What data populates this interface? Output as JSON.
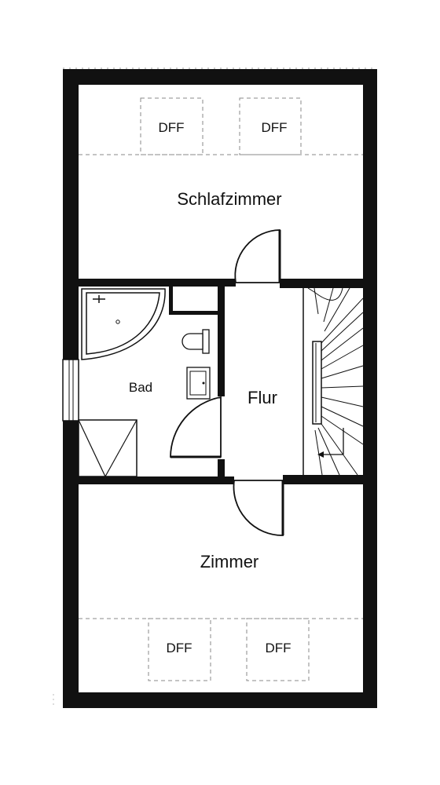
{
  "rooms": {
    "schlafzimmer": "Schlafzimmer",
    "bad": "Bad",
    "flur": "Flur",
    "zimmer": "Zimmer"
  },
  "skylights": {
    "top_left": "DFF",
    "top_right": "DFF",
    "bottom_left": "DFF",
    "bottom_right": "DFF"
  },
  "colors": {
    "wall": "#111111",
    "dashed_line": "#888888",
    "background": "#ffffff"
  }
}
